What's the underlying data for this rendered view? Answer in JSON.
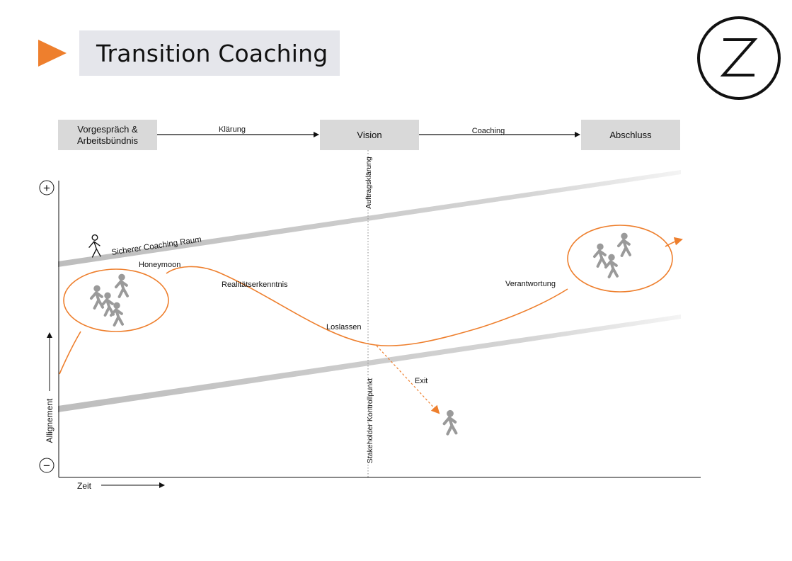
{
  "title": "Transition Coaching",
  "phases": [
    {
      "label_line1": "Vorgespräch &",
      "label_line2": "Arbeitsbündnis"
    },
    {
      "label": "Vision"
    },
    {
      "label": "Abschluss"
    }
  ],
  "transitions": [
    "Klärung",
    "Coaching"
  ],
  "vertical_labels": {
    "top": "Auftragsklärung",
    "bottom": "Stakeholder Kontrollpunkt"
  },
  "axis": {
    "y_label": "Allignement",
    "x_label": "Zeit",
    "plus": "+",
    "minus": "−"
  },
  "band_label": "Sicherer Coaching Raum",
  "curve_labels": [
    "Honeymoon",
    "Realitätserkenntnis",
    "Loslassen",
    "Verantwortung",
    "Exit"
  ],
  "colors": {
    "accent": "#ee7f2d",
    "figure": "#9a9a9a",
    "box": "#d9d9d9",
    "title_box": "#e5e6eb"
  },
  "icons": [
    "play-triangle-icon",
    "z-logo-icon",
    "walking-person-icon",
    "group-people-icon"
  ]
}
